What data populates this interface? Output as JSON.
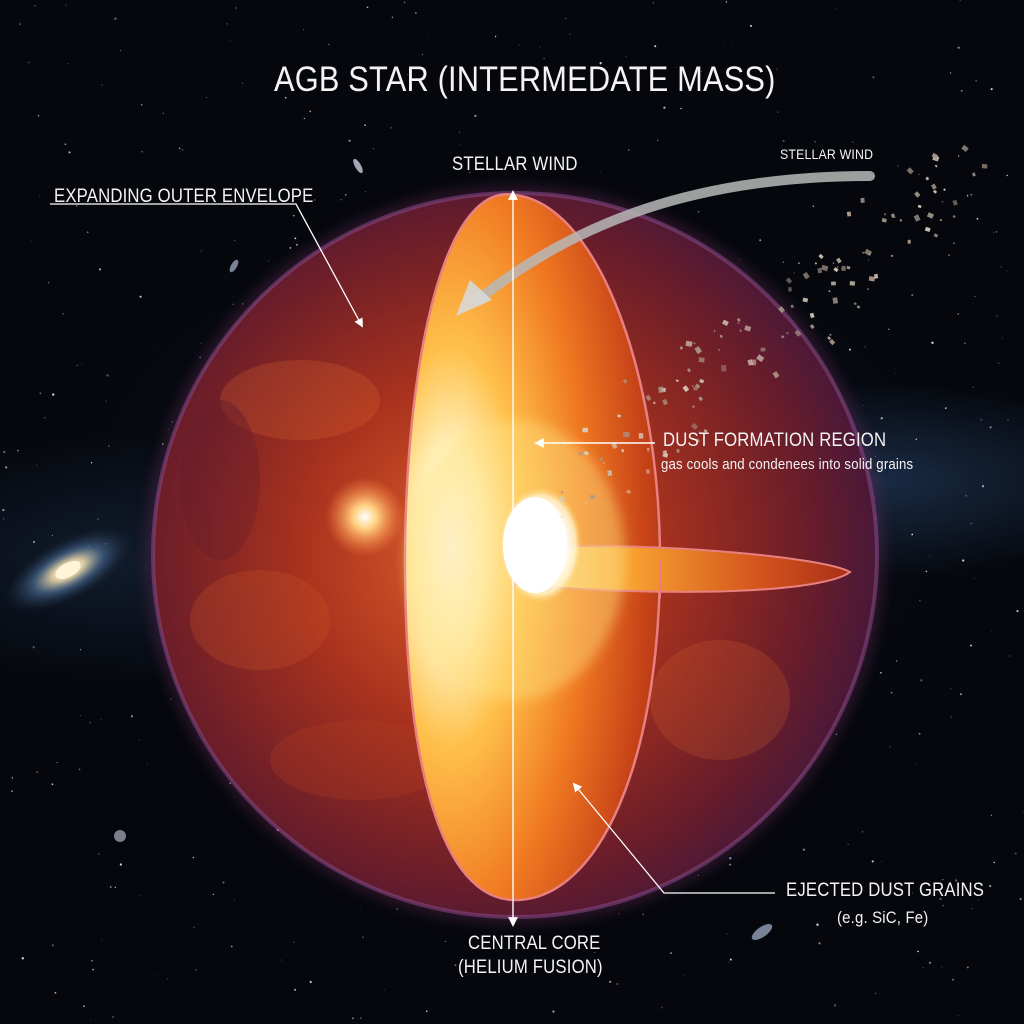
{
  "title": "AGB STAR (INTERMEDATE MASS)",
  "labels": {
    "outer_envelope": "EXPANDING OUTER ENVELOPE",
    "stellar_wind_top": "STELLAR WIND",
    "stellar_wind_right": "STELLAR WIND",
    "dust_formation": "DUST FORMATION REGION",
    "dust_formation_sub": "gas cools and condenees into solid grains",
    "ejected_dust": "EJECTED DUST GRAINS",
    "ejected_dust_sub": "(e.g. SiC, Fe)",
    "core": "CENTRAL CORE",
    "core_sub": "(HELIUM FUSION)"
  },
  "colors": {
    "background": "#05070c",
    "envelope_dark": "#5a1a2a",
    "envelope_mid": "#a0301c",
    "envelope_bright": "#e0602a",
    "cutaway_edge": "#e88080",
    "core_hot": "#ffffff",
    "core_glow": "#ffd060",
    "label_text": "#f4f4f4",
    "leader_line": "#ffffff",
    "wind_arrow": "#9a9a9a"
  },
  "icons": {
    "galaxy_left": "spiral-galaxy-icon",
    "galaxy_right": "spiral-galaxy-icon",
    "dust_grains": "dust-grain-cluster-icon"
  }
}
